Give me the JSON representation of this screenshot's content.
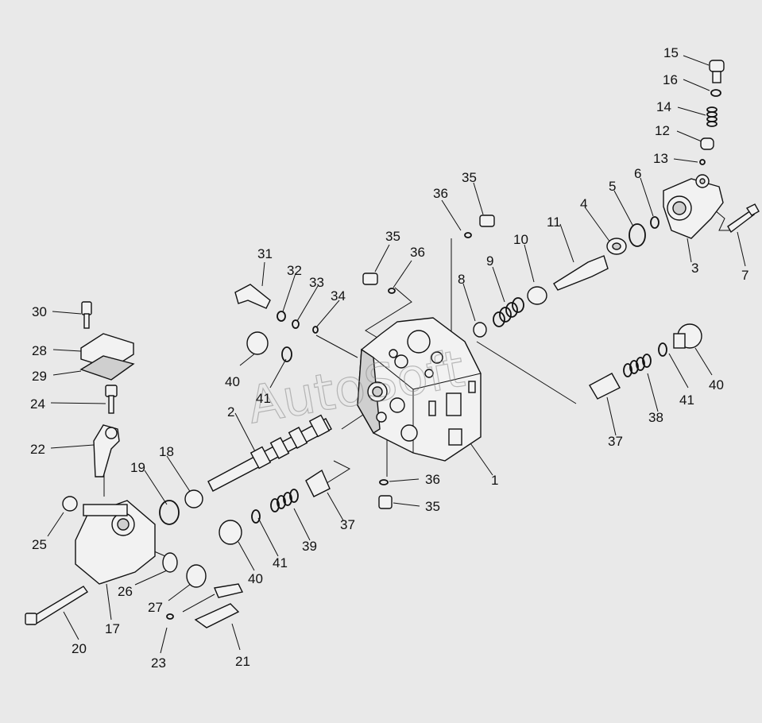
{
  "watermark": "AutoSoft",
  "colors": {
    "background": "#e9e9e9",
    "ink": "#111111",
    "watermark": "#888888"
  },
  "labels": {
    "l1": "1",
    "l2": "2",
    "l3": "3",
    "l4": "4",
    "l5": "5",
    "l6": "6",
    "l7": "7",
    "l8": "8",
    "l9": "9",
    "l10": "10",
    "l11": "11",
    "l12": "12",
    "l13": "13",
    "l14": "14",
    "l15": "15",
    "l16": "16",
    "l17": "17",
    "l18": "18",
    "l19": "19",
    "l20": "20",
    "l21": "21",
    "l22": "22",
    "l23": "23",
    "l24": "24",
    "l25": "25",
    "l26": "26",
    "l27": "27",
    "l28": "28",
    "l29": "29",
    "l30": "30",
    "l31": "31",
    "l32": "32",
    "l33": "33",
    "l34": "34",
    "l35a": "35",
    "l35b": "35",
    "l35c": "35",
    "l36a": "36",
    "l36b": "36",
    "l36c": "36",
    "l37a": "37",
    "l37b": "37",
    "l38": "38",
    "l39": "39",
    "l40a": "40",
    "l40b": "40",
    "l40c": "40",
    "l41a": "41",
    "l41b": "41",
    "l41c": "41"
  }
}
